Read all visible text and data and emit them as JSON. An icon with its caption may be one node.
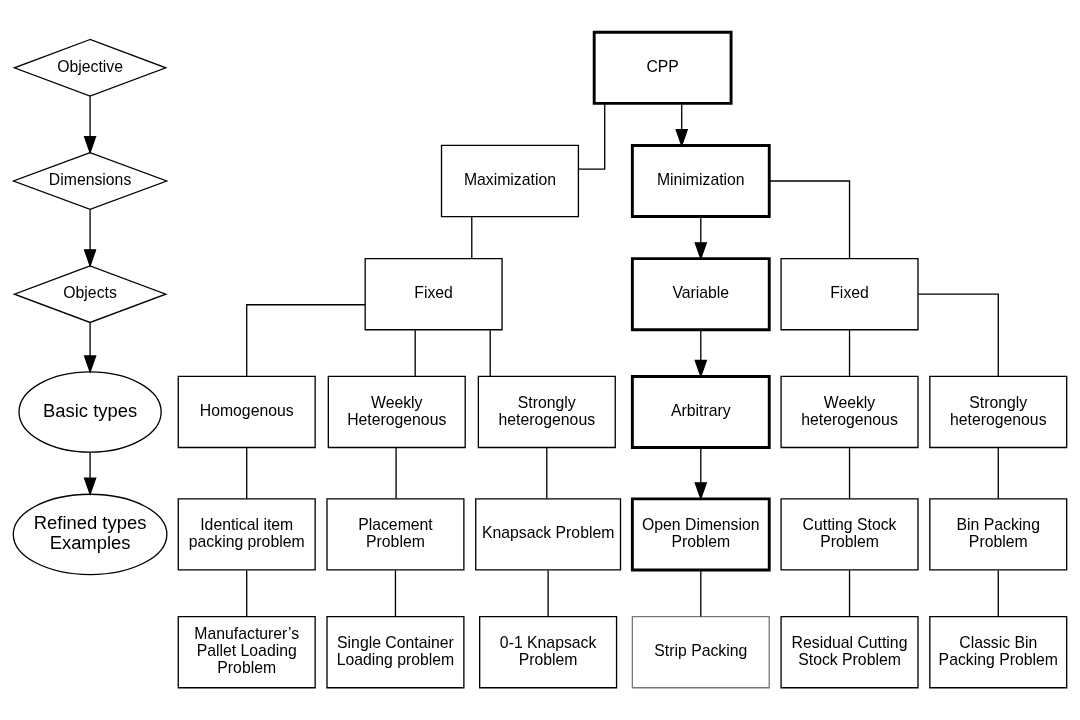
{
  "diagram": {
    "nodes": [
      {
        "text": [
          "Objective"
        ]
      },
      {
        "text": [
          "Dimensions"
        ]
      },
      {
        "text": [
          "Objects"
        ]
      },
      {
        "text": [
          "Basic types"
        ]
      },
      {
        "text": [
          "Refined types Examples"
        ]
      },
      {
        "text": [
          "CPP"
        ]
      },
      {
        "text": [
          "Maximization"
        ]
      },
      {
        "text": [
          "Minimization"
        ]
      },
      {
        "text": [
          "Fixed"
        ]
      },
      {
        "text": [
          "Variable"
        ]
      },
      {
        "text": [
          "Fixed"
        ]
      },
      {
        "text": [
          "Homogenous"
        ]
      },
      {
        "text": [
          "Weekly Heterogenous"
        ]
      },
      {
        "text": [
          "Strongly heterogenous"
        ]
      },
      {
        "text": [
          "Arbitrary"
        ]
      },
      {
        "text": [
          "Weekly heterogenous"
        ]
      },
      {
        "text": [
          "Strongly heterogenous"
        ]
      },
      {
        "text": [
          "Identical item packing problem"
        ]
      },
      {
        "text": [
          "Placement Problem"
        ]
      },
      {
        "text": [
          "Knapsack Problem"
        ]
      },
      {
        "text": [
          "Open Dimension Problem"
        ]
      },
      {
        "text": [
          "Cutting Stock Problem"
        ]
      },
      {
        "text": [
          "Bin Packing Problem"
        ]
      },
      {
        "text": [
          "Manufacturer’s Pallet Loading Problem"
        ]
      },
      {
        "text": [
          "Single Container Loading problem"
        ]
      },
      {
        "text": [
          "0-1 Knapsack Problem"
        ]
      },
      {
        "text": [
          "Strip Packing"
        ]
      },
      {
        "text": [
          "Residual Cutting Stock Problem"
        ]
      },
      {
        "text": [
          "Classic Bin Packing Problem"
        ]
      }
    ],
    "edges": [
      {
        "from": 0,
        "to": 1,
        "arrow": "to"
      },
      {
        "from": 1,
        "to": 2,
        "arrow": "to"
      },
      {
        "from": 2,
        "to": 3,
        "arrow": "to"
      },
      {
        "from": 3,
        "to": 4,
        "arrow": "to"
      },
      {
        "from": 5,
        "to": 6,
        "arrow": "none"
      },
      {
        "from": 5,
        "to": 7,
        "arrow": "to"
      },
      {
        "from": 6,
        "to": 8,
        "arrow": "none"
      },
      {
        "from": 7,
        "to": 9,
        "arrow": "to"
      },
      {
        "from": 7,
        "to": 10,
        "arrow": "none"
      },
      {
        "from": 8,
        "to": 11,
        "arrow": "none"
      },
      {
        "from": 8,
        "to": 12,
        "arrow": "none"
      },
      {
        "from": 8,
        "to": 13,
        "arrow": "none"
      },
      {
        "from": 9,
        "to": 14,
        "arrow": "to"
      },
      {
        "from": 10,
        "to": 15,
        "arrow": "none"
      },
      {
        "from": 10,
        "to": 16,
        "arrow": "none"
      },
      {
        "from": 11,
        "to": 17,
        "arrow": "none"
      },
      {
        "from": 12,
        "to": 18,
        "arrow": "none"
      },
      {
        "from": 13,
        "to": 19,
        "arrow": "none"
      },
      {
        "from": 14,
        "to": 20,
        "arrow": "to"
      },
      {
        "from": 15,
        "to": 21,
        "arrow": "none"
      },
      {
        "from": 16,
        "to": 22,
        "arrow": "none"
      },
      {
        "from": 17,
        "to": 23,
        "arrow": "none"
      },
      {
        "from": 18,
        "to": 24,
        "arrow": "none"
      },
      {
        "from": 19,
        "to": 25,
        "arrow": "none"
      },
      {
        "from": 20,
        "to": 26,
        "arrow": "none"
      },
      {
        "from": 21,
        "to": 27,
        "arrow": "none"
      },
      {
        "from": 22,
        "to": 28,
        "arrow": "none"
      }
    ]
  }
}
